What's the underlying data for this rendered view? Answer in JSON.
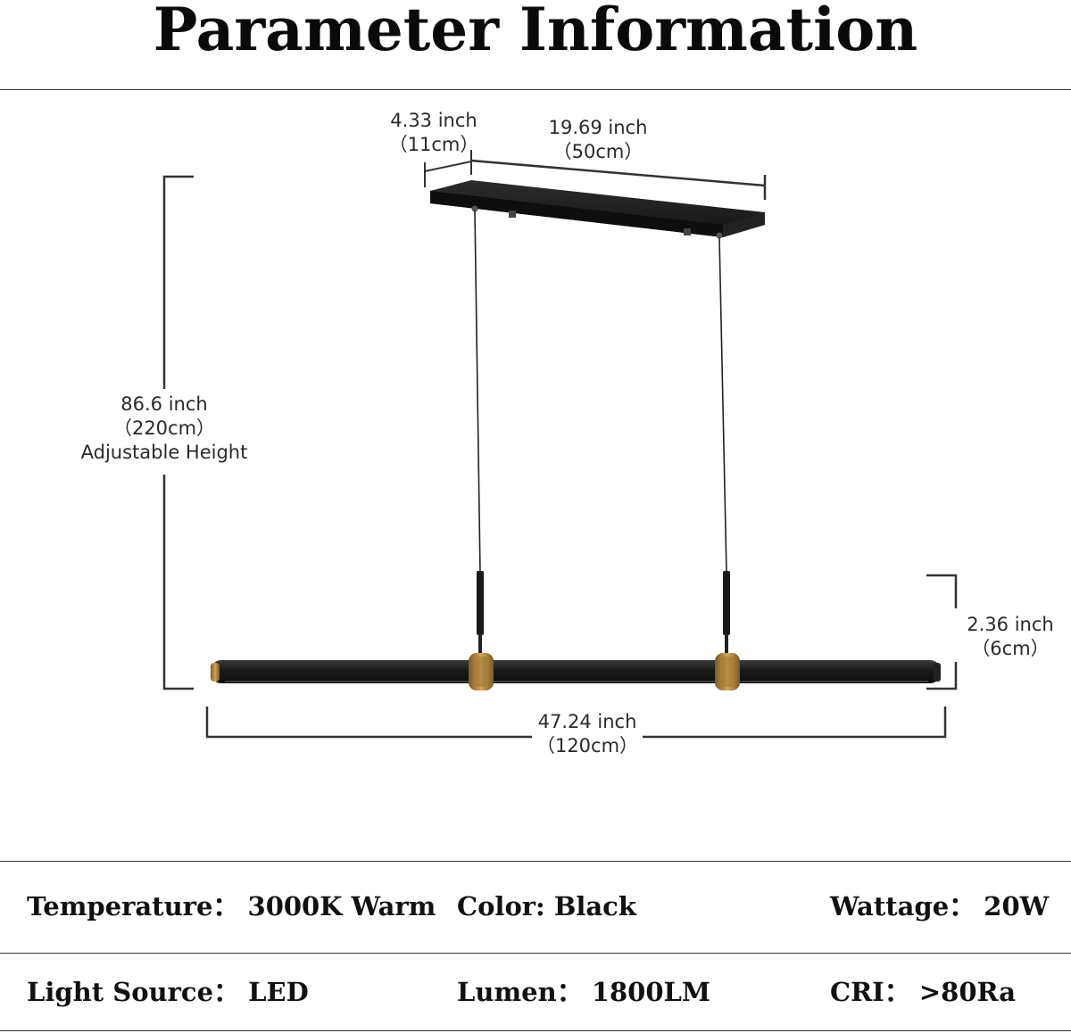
{
  "title": "Parameter Information",
  "dimensions": {
    "canopy_width": {
      "inch": "4.33 inch",
      "cm": "（11cm）"
    },
    "canopy_length": {
      "inch": "19.69 inch",
      "cm": "（50cm）"
    },
    "height": {
      "inch": "86.6 inch",
      "cm": "（220cm）",
      "note": "Adjustable Height"
    },
    "bar_height": {
      "inch": "2.36 inch",
      "cm": "（6cm）"
    },
    "bar_length": {
      "inch": "47.24 inch",
      "cm": "（120cm）"
    }
  },
  "specs": {
    "temperature": {
      "label": "Temperature：",
      "value": "3000K Warm"
    },
    "color": {
      "label": "Color: Black"
    },
    "wattage": {
      "label": "Wattage：",
      "value": "20W"
    },
    "light_source": {
      "label": "Light Source：",
      "value": "LED"
    },
    "lumen": {
      "label": "Lumen：",
      "value": "1800LM"
    },
    "cri": {
      "label": "CRI：",
      "value": ">80Ra"
    }
  },
  "colors": {
    "fixture": "#1c1c1c",
    "brass": "#b58a3c",
    "dimension_line": "#333333"
  }
}
